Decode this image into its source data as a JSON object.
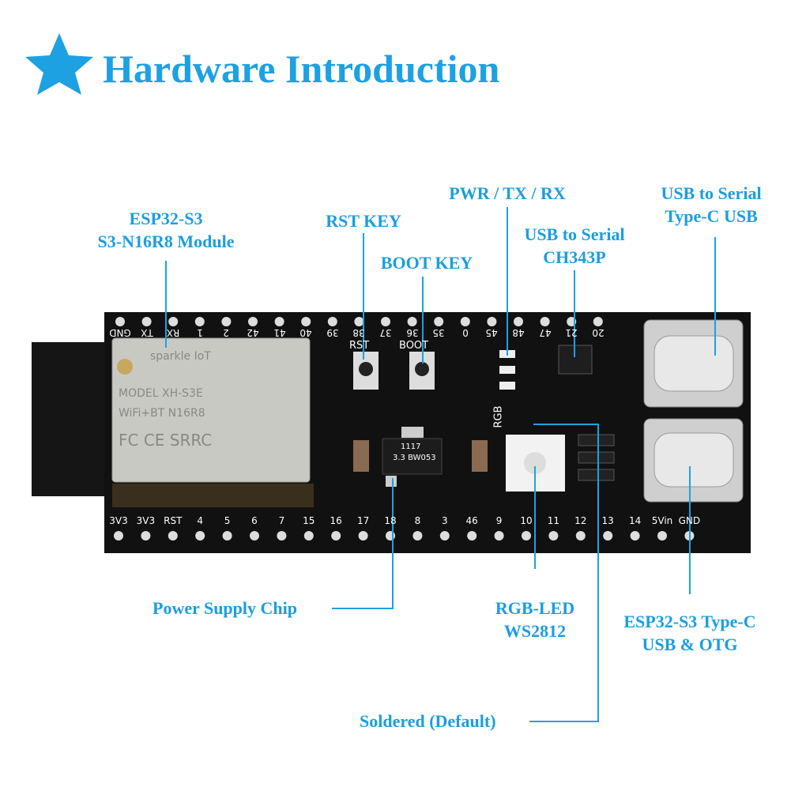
{
  "title": "Hardware Introduction",
  "colors": {
    "accent": "#1da1e2",
    "board": "#111111",
    "module": "#c9c9c4"
  },
  "labels": {
    "module": {
      "line1": "ESP32-S3",
      "line2": "S3-N16R8 Module"
    },
    "rst_key": "RST KEY",
    "boot_key": "BOOT KEY",
    "leds": "PWR / TX / RX",
    "usb_serial_chip": {
      "line1": "USB to Serial",
      "line2": "CH343P"
    },
    "usb_serial_port": {
      "line1": "USB to Serial",
      "line2": "Type-C USB"
    },
    "power_chip": "Power Supply Chip",
    "rgb_led": {
      "line1": "RGB-LED",
      "line2": "WS2812"
    },
    "otg_port": {
      "line1": "ESP32-S3 Type-C",
      "line2": "USB & OTG"
    },
    "soldered": "Soldered (Default)"
  },
  "board": {
    "top_pins": [
      "GND",
      "TX",
      "RX",
      "1",
      "2",
      "42",
      "41",
      "40",
      "39",
      "38",
      "37",
      "36",
      "35",
      "0",
      "45",
      "48",
      "47",
      "21",
      "20"
    ],
    "bottom_pins": [
      "3V3",
      "3V3",
      "RST",
      "4",
      "5",
      "6",
      "7",
      "15",
      "16",
      "17",
      "18",
      "8",
      "3",
      "46",
      "9",
      "10",
      "11",
      "12",
      "13",
      "14",
      "5Vin",
      "GND"
    ],
    "silk": {
      "rst": "RST",
      "boot": "BOOT",
      "rgb": "RGB",
      "regulator": "1117",
      "regulator2": "3.3 BW053"
    },
    "module_text": {
      "brand": "sparkle IoT",
      "model": "MODEL XH-S3E",
      "wifi": "WiFi+BT N16R8",
      "cert": "FC CE SRRC"
    }
  }
}
